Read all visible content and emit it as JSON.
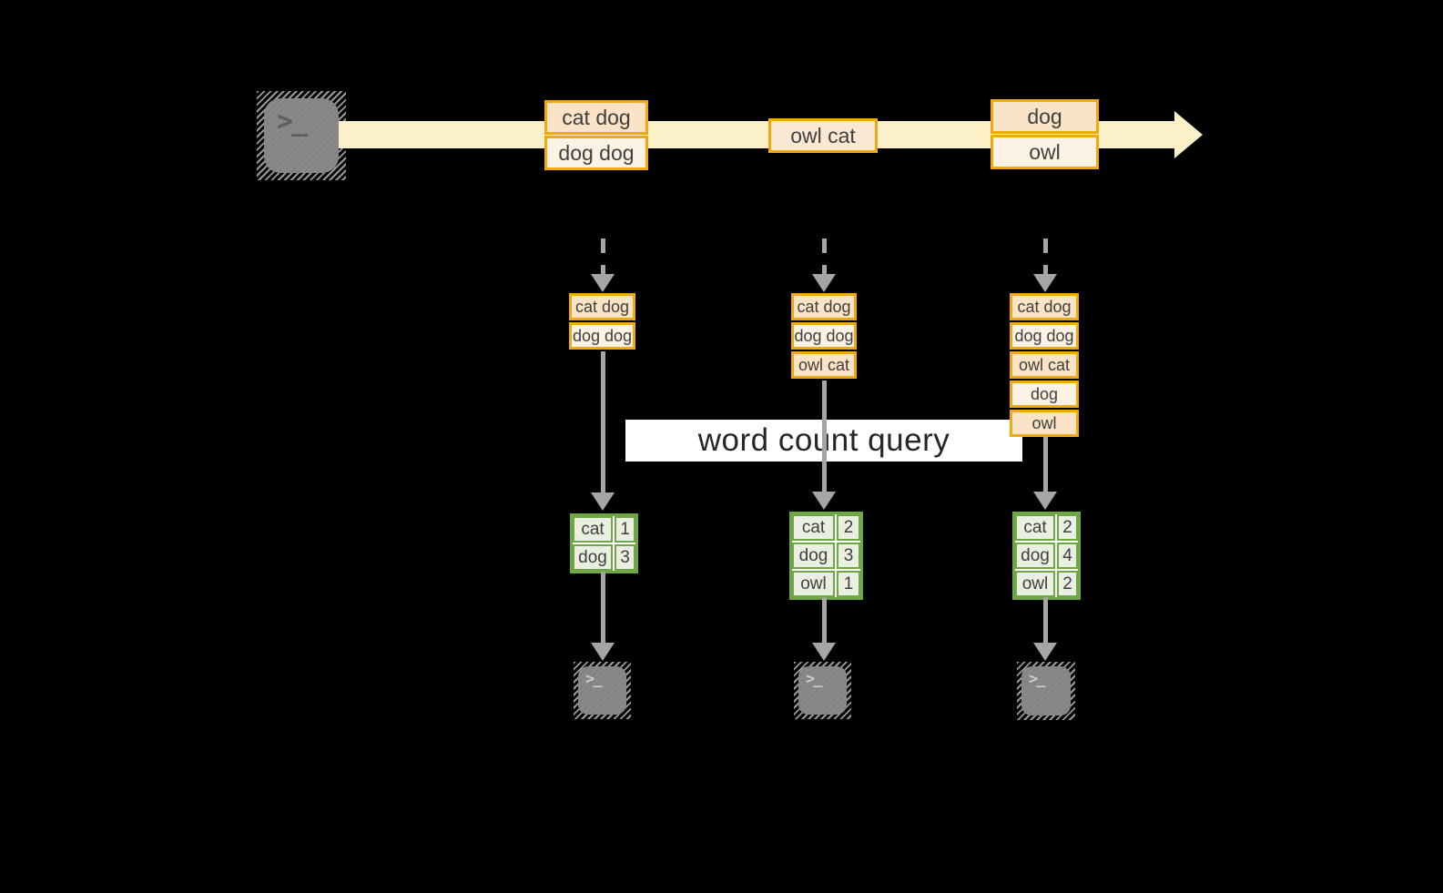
{
  "title": {
    "label": "word count query"
  },
  "icons": {
    "terminal_glyph": ">_"
  },
  "timeline": {
    "events": [
      {
        "rows": [
          "cat dog",
          "dog dog"
        ]
      },
      {
        "rows": [
          "owl cat"
        ]
      },
      {
        "rows": [
          "dog",
          "owl"
        ]
      }
    ]
  },
  "columns": [
    {
      "buffer": [
        "cat dog",
        "dog dog"
      ],
      "counts": {
        "rows": [
          {
            "word": "cat",
            "count": "1"
          },
          {
            "word": "dog",
            "count": "3"
          }
        ]
      }
    },
    {
      "buffer": [
        "cat dog",
        "dog dog",
        "owl cat"
      ],
      "counts": {
        "rows": [
          {
            "word": "cat",
            "count": "2"
          },
          {
            "word": "dog",
            "count": "3"
          },
          {
            "word": "owl",
            "count": "1"
          }
        ]
      }
    },
    {
      "buffer": [
        "cat dog",
        "dog dog",
        "owl cat",
        "dog",
        "owl"
      ],
      "counts": {
        "rows": [
          {
            "word": "cat",
            "count": "2"
          },
          {
            "word": "dog",
            "count": "4"
          },
          {
            "word": "owl",
            "count": "2"
          }
        ]
      }
    }
  ],
  "colors": {
    "background": "#000000",
    "band": "#FBF0C8",
    "amber": "#F2A90D",
    "fill_dark": "#FAE3C6",
    "fill_light": "#FDF3E4",
    "fill_mid": "#FAE8D3",
    "green": "#6FA747",
    "green_fill": "#E9F0E2",
    "arrow": "#A5A5A5",
    "terminal": "#848484",
    "terminal_hatch": "#9A9A9A",
    "glyph_dark": "#5E5E5E",
    "glyph_light": "#CFCFCF",
    "text": "#3F3F3F",
    "title_text": "#262626"
  }
}
